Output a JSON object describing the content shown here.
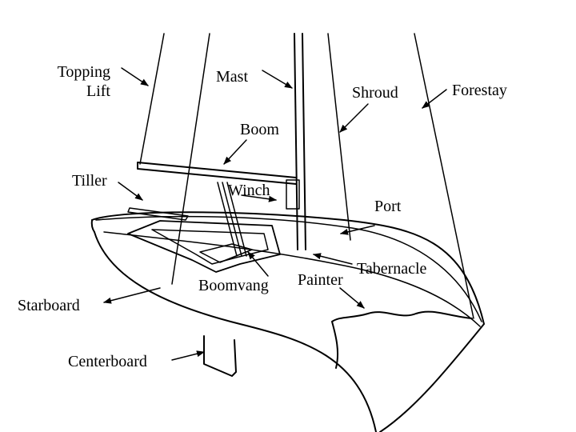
{
  "labels": {
    "topping_lift": "Topping\nLift",
    "mast": "Mast",
    "shroud": "Shroud",
    "forestay": "Forestay",
    "boom": "Boom",
    "tiller": "Tiller",
    "winch": "Winch",
    "port": "Port",
    "tabernacle": "Tabernacle",
    "painter": "Painter",
    "boomvang": "Boomvang",
    "starboard": "Starboard",
    "centerboard": "Centerboard"
  },
  "colors": {
    "ink": "#000000",
    "paper": "#ffffff"
  }
}
